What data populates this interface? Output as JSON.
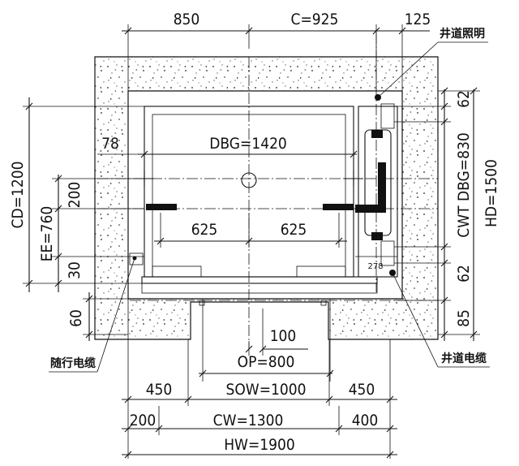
{
  "labels": {
    "top_850": "850",
    "top_c": "C=925",
    "top_125": "125",
    "shaft_light": "井道照明",
    "dbg": "DBG=1420",
    "dim_78": "78",
    "cd": "CD=1200",
    "ee": "EE=760",
    "left_200": "200",
    "left_30": "30",
    "left_60": "60",
    "rail_625_left": "625",
    "rail_625_right": "625",
    "cwt_dbg": "CWT DBG=830",
    "hd": "HD=1500",
    "right_62_top": "62",
    "right_62_bottom": "62",
    "right_85": "85",
    "dim_278": "278",
    "dim_100": "100",
    "op": "OP=800",
    "sow": "SOW=1000",
    "bottom_450_left": "450",
    "bottom_450_right": "450",
    "bottom_200": "200",
    "cw": "CW=1300",
    "bottom_400": "400",
    "hw": "HW=1900",
    "trailing_cable": "随行电缆",
    "shaft_cable": "井道电缆"
  },
  "colors": {
    "line": "#111111",
    "wall_fill": "#ffffff"
  }
}
